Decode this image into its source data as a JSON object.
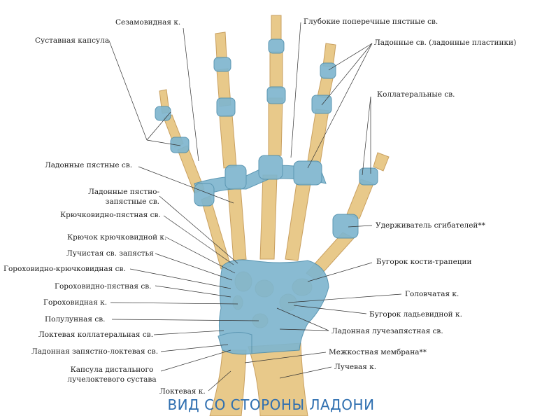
{
  "caption": "ВИД СО СТОРОНЫ ЛАДОНИ",
  "colors": {
    "bone": "#e8c98a",
    "bone_edge": "#c9a060",
    "ligament": "#7fb6cf",
    "ligament_dark": "#4f8fad",
    "caption": "#2f6fb0",
    "leader": "#333333"
  },
  "labels": {
    "sesamoid": "Сезамовидная к.",
    "deep_transverse": "Глубокие поперечные пястные св.",
    "joint_capsule": "Суставная капсула",
    "palmar_plates": "Ладонные св. (ладонные пластинки)",
    "collateral": "Коллатеральные св.",
    "palmar_metacarpal": "Ладонные пястные св.",
    "palmar_carpometacarpal_1": "Ладонные пястно-",
    "palmar_carpometacarpal_2": "запястные св.",
    "hamate_metacarpal": "Крючковидно-пястная св.",
    "hook_of_hamate": "Крючок крючковидной к.",
    "radiate_carpal": "Лучистая св. запястья",
    "flexor_retinaculum": "Удерживатель сгибателей**",
    "pisohamate": "Гороховидно-крючковидная св.",
    "trapezium_tubercle": "Бугорок кости-трапеции",
    "pisometacarpal": "Гороховидно-пястная св.",
    "capitate": "Головчатая к.",
    "pisiform": "Гороховидная к.",
    "scaphoid_tubercle": "Бугорок ладьевидной к.",
    "lunate": "Полулунная св.",
    "palmar_radiocarpal": "Ладонная лучезапястная св.",
    "ulnar_collateral": "Локтевая коллатеральная св.",
    "palmar_ulnocarpal": "Ладонная запястно-локтевая св.",
    "interosseous": "Межкостная мембрана**",
    "radius": "Лучевая к.",
    "capsule_druj_1": "Капсула дистального",
    "capsule_druj_2": "лучелоктевого сустава",
    "ulna": "Локтевая к."
  }
}
